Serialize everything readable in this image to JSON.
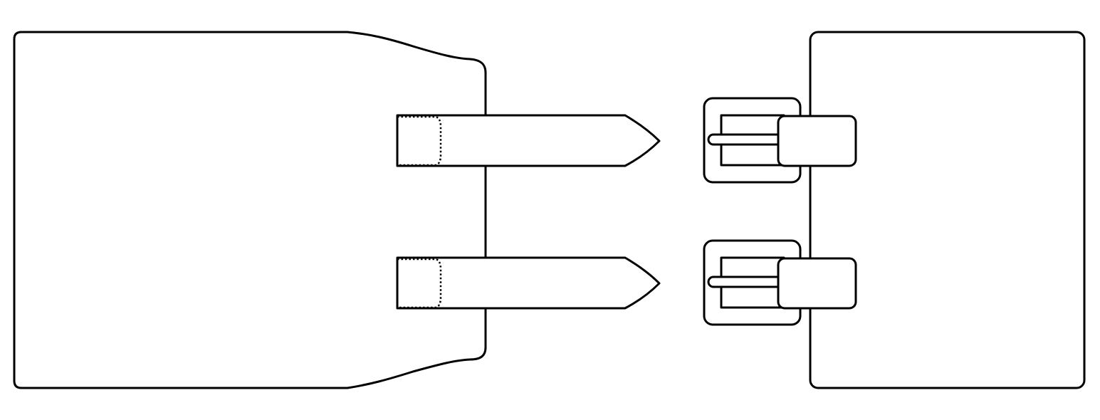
{
  "diagram": {
    "type": "strap-and-buckle fastening illustration",
    "colors": {
      "stroke": "#000000",
      "fill": "#ffffff",
      "background": "#ffffff"
    },
    "left_panel": {
      "straps": 2,
      "strap_tip": "pointed",
      "strap_stitching": "dotted"
    },
    "right_panel": {
      "buckles": 2,
      "buckle_shape": "rounded-rectangle frame with prong and keeper"
    }
  }
}
